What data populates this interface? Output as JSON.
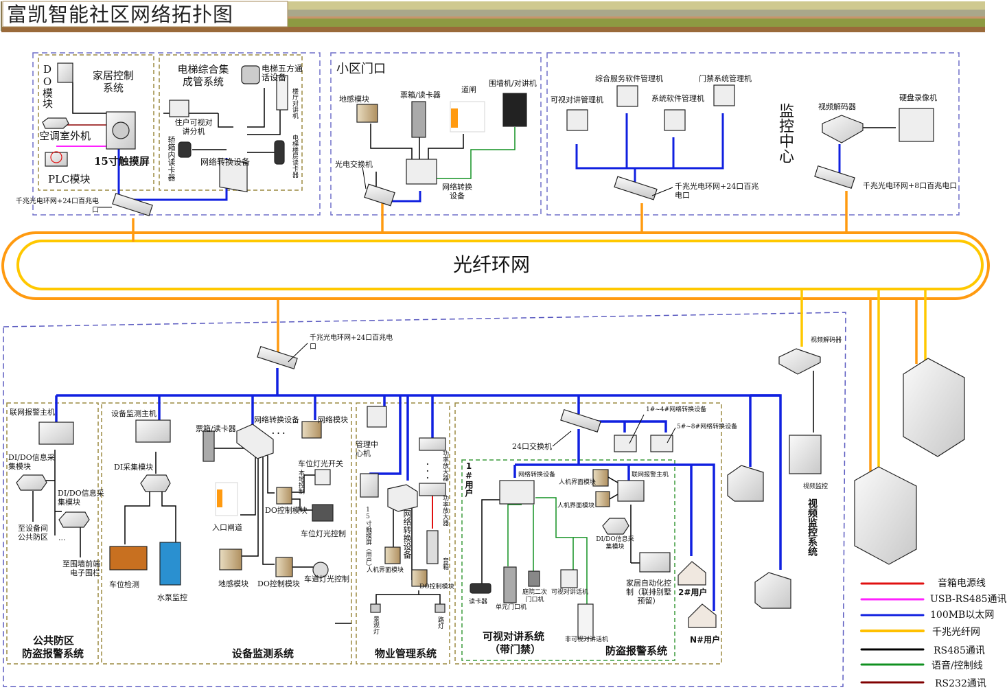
{
  "title": "富凯智能社区网络拓扑图",
  "backbone": {
    "label": "光纤环网"
  },
  "zones": {
    "home": {
      "home_control": {
        "title": "家居控制系统",
        "do_module": "DO模块",
        "ac_outdoor": "空调室外机",
        "plc_module": "PLC模块",
        "touchscreen": "15寸触摸屏"
      },
      "elevator": {
        "title": "电梯综合集成管系统",
        "five_way_talk": "电梯五方通话设备",
        "lobby_intercom": "楼厅对讲机",
        "indoor_unit": "住户可视对讲分机",
        "car_reader": "轿箱内读卡器",
        "floor_reader": "电梯楼层读卡器",
        "converter": "网络转换设备"
      },
      "switch_label": "千兆光电环网+24口百兆电口"
    },
    "gate": {
      "title": "小区门口",
      "ground_sensor": "地感模块",
      "ticket_box": "票箱/读卡器",
      "barrier": "道闸",
      "wall_intercom": "围墙机/对讲机",
      "optical_switch": "光电交换机",
      "converter": "网络转换设备"
    },
    "control_center": {
      "title": "监控中心",
      "intercom_pc": "可视对讲管理机",
      "service_pc": "综合服务软件管理机",
      "system_pc": "系统软件管理机",
      "access_pc": "门禁系统管理机",
      "switch_label": "千兆光电环网+24口百兆电口",
      "video_decoder": "视频解码器",
      "dvr": "硬盘录像机",
      "switch8_label": "千兆光电环网+8口百兆电口"
    },
    "lower": {
      "switch_label": "千兆光电环网+24口百兆电口",
      "public_alarm": {
        "title_line1": "公共防区",
        "title_line2": "防盗报警系统",
        "host": "联网报警主机",
        "dido1": "DI/DO信息采集模块",
        "dido2": "DI/DO信息采集模块",
        "to_equipment": "至设备间公共防区",
        "ellipsis": "...",
        "to_fence": "至围墙前端电子围栏"
      },
      "equipment": {
        "title": "设备监测系统",
        "host": "设备监测主机",
        "di_module": "DI采集模块",
        "parking_detect": "车位检测",
        "pump_monitor": "水泵监控",
        "ticket_box": "票箱/读卡器",
        "converter": "网络转换设备",
        "net_module": "网络模块",
        "entry_gate": "入口闸道",
        "light_switch": "车位灯光开关",
        "local_control": "本地控制",
        "do_module_a": "DO控制模块",
        "parking_light": "车位灯光控制",
        "ground_sensor": "地感模块",
        "do_module_b": "DO控制模块",
        "lane_light": "车道灯光控制"
      },
      "property": {
        "title": "物业管理系统",
        "center_pc": "管理中心机",
        "touch15": "15寸触摸屏（用户）",
        "hmi": "人机界面模块",
        "converter": "网络转换设备",
        "amp1": "功率放大器",
        "amp2": "功率放大器",
        "speaker": "音箱",
        "do_module": "DO控制模块",
        "landscape_light": "景观灯",
        "street_light": "路灯"
      },
      "residential": {
        "switch24": "24口交换机",
        "conv_1_4": "1#~4#网络转换设备",
        "conv_5_8": "5#~8#网络转换设备",
        "user1": "1#用户",
        "converter": "网络转换设备",
        "hmi1": "人机界面模块",
        "hmi2": "人机界面模块",
        "alarm_host": "联网报警主机",
        "dido": "DI/DO信息采集模块",
        "home_auto": "家居自动化控制（联排别墅预留）",
        "card_reader": "读卡器",
        "unit_door": "单元门口机",
        "yard_door": "庭院二次门口机",
        "video_phone": "可视对讲话机",
        "audio_phone": "非可视对讲话机",
        "intercom_title_1": "可视对讲系统",
        "intercom_title_2": "（带门禁）",
        "alarm_title": "防盗报警系统",
        "user2": "2#用户",
        "userN": "N#用户"
      },
      "video": {
        "decoder": "视频解码器",
        "camera": "视频监控",
        "title": "视频监控系统"
      }
    }
  },
  "legend": [
    {
      "label": "音箱电源线",
      "color": "#e01010"
    },
    {
      "label": "USB-RS485通讯",
      "color": "#ff20ff"
    },
    {
      "label": "100MB以太网",
      "color": "#1020e0"
    },
    {
      "label": "千兆光纤网",
      "color": "#ffc000"
    },
    {
      "label": "RS485通讯",
      "color": "#000000"
    },
    {
      "label": "语音/控制线",
      "color": "#109020"
    },
    {
      "label": "RS232通讯",
      "color": "#800000"
    }
  ]
}
